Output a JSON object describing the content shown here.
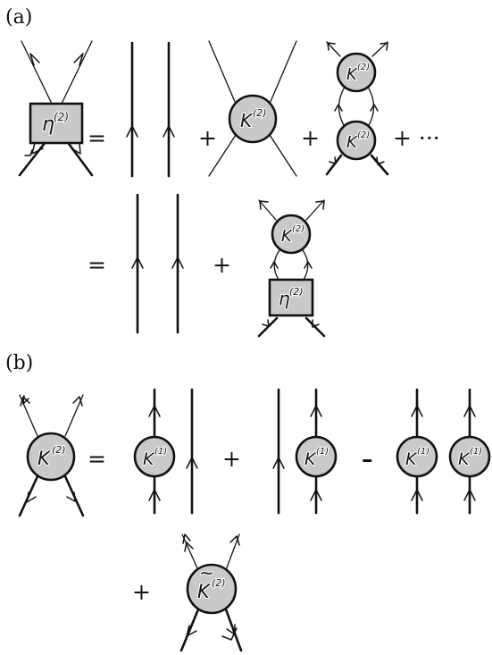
{
  "panels": {
    "a": "(a)",
    "b": "(b)"
  },
  "operators": {
    "equals": "=",
    "plus": "+",
    "minus": "–",
    "ellipsis": "+ ···"
  },
  "labels": {
    "eta": "η",
    "K": "K",
    "K_tilde": "K",
    "tilde": "~",
    "sup2": "(2)",
    "sup1": "(1)"
  },
  "colors": {
    "vertex_fill": "#c9c9c9",
    "stroke": "#111111"
  }
}
